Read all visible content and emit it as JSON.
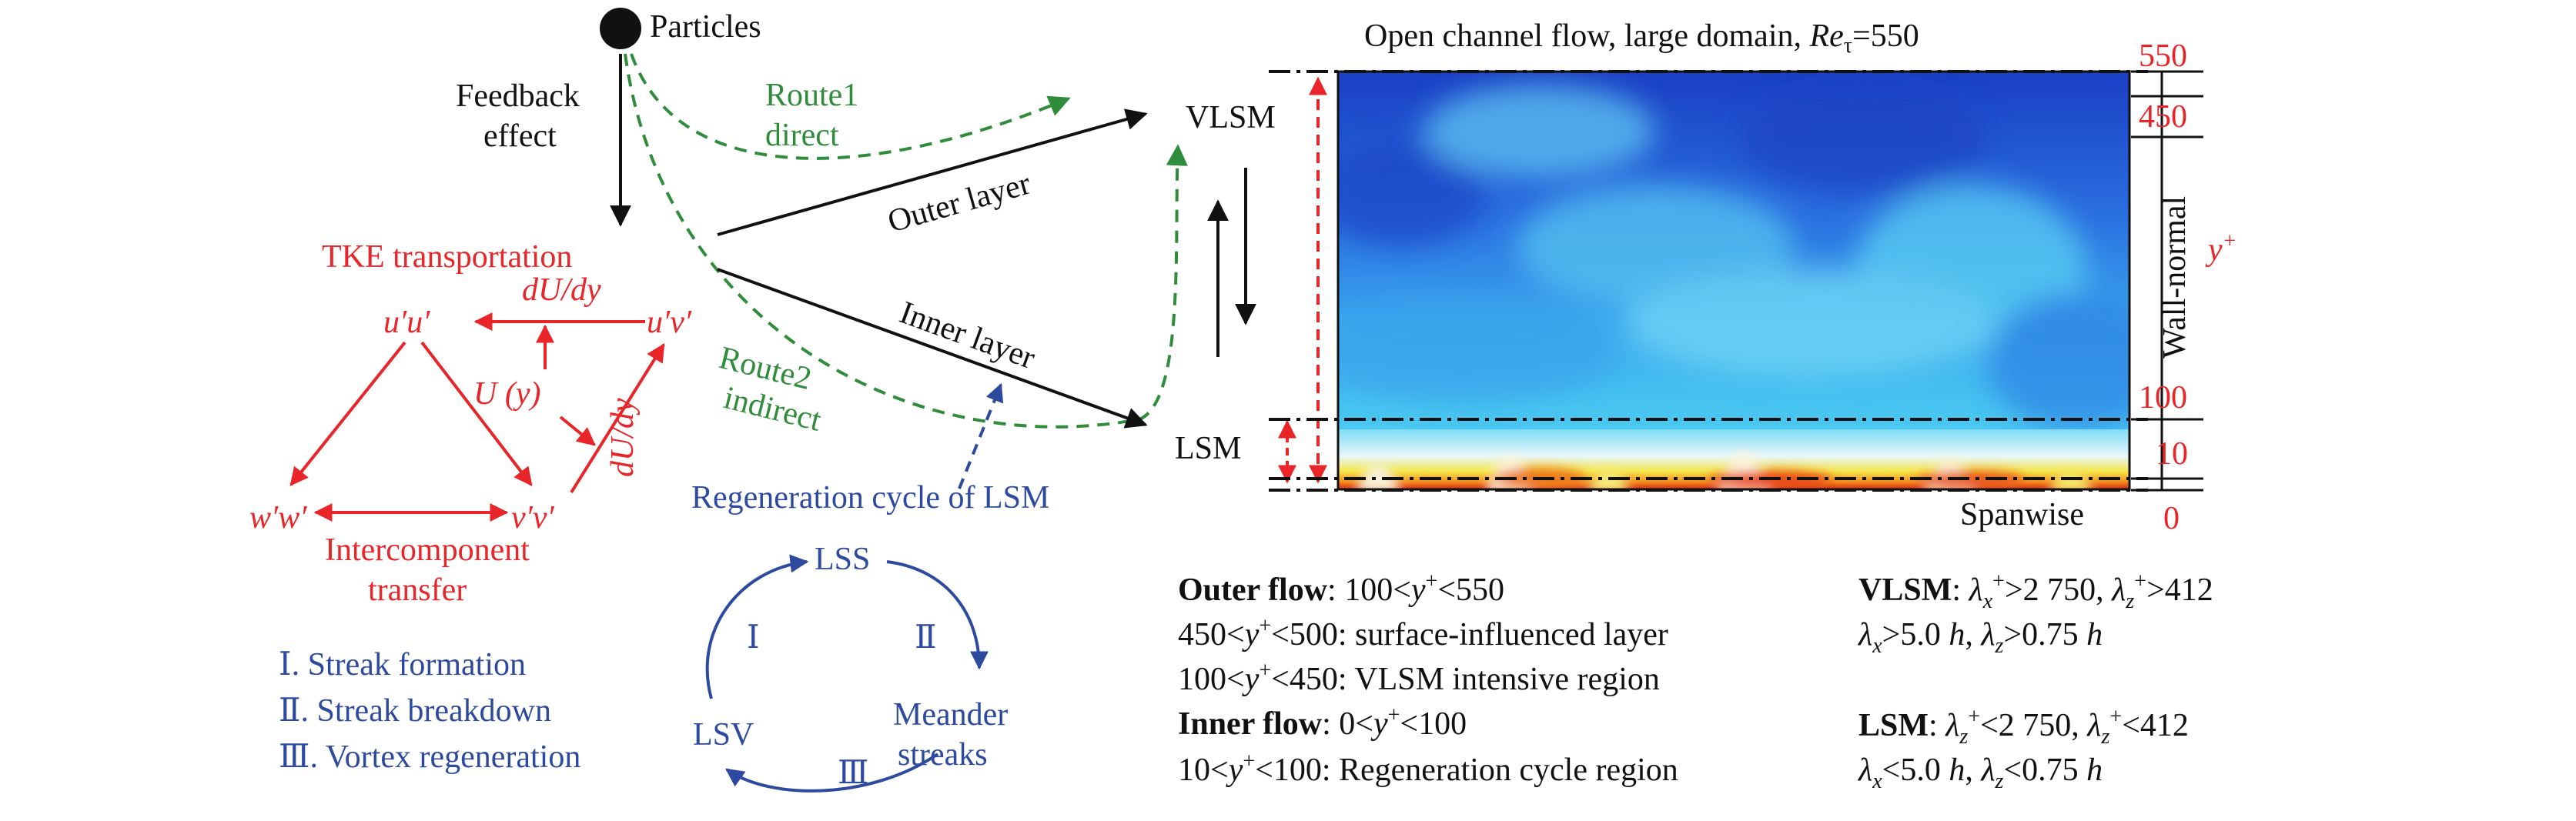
{
  "colors": {
    "red": "#e8262a",
    "green": "#2f8c3a",
    "blue": "#2d4aa0",
    "black": "#111111"
  },
  "left": {
    "particles": "Particles",
    "feedback_line1": "Feedback",
    "feedback_line2": "effect",
    "route1_line1": "Route1",
    "route1_line2": "direct",
    "route2_line1": "Route2",
    "route2_line2": "indirect",
    "outer_layer": "Outer layer",
    "inner_layer": "Inner layer",
    "regeneration_label": "Regeneration cycle of LSM"
  },
  "tke": {
    "title": "TKE transportation",
    "uu": "u′u′",
    "uv": "u′v′",
    "vv": "v′v′",
    "ww": "w′w′",
    "dudy_top": "dU/dy",
    "dudy_diag": "dU/dy",
    "uy": "U (y)",
    "intercomponent_line1": "Intercomponent",
    "intercomponent_line2": "transfer"
  },
  "legend": {
    "streak_formation": "Ⅰ. Streak formation",
    "streak_breakdown": "Ⅱ. Streak breakdown",
    "vortex_regeneration": "Ⅲ. Vortex regeneration"
  },
  "cycle": {
    "lss": "LSS",
    "lsv": "LSV",
    "meander_line1": "Meander",
    "meander_line2": "streaks",
    "roman1": "Ⅰ",
    "roman2": "Ⅱ",
    "roman3": "Ⅲ"
  },
  "panel": {
    "title_prefix": "Open channel flow, large domain, ",
    "title_re": "Re",
    "title_sub": "τ",
    "title_suffix": "=550",
    "vlsm": "VLSM",
    "lsm": "LSM",
    "wall_normal": "Wall-normal",
    "yplus": "y+",
    "spanwise": "Spanwise",
    "ticks": [
      "550",
      "450",
      "100",
      "10",
      "0"
    ]
  },
  "notes_left": {
    "outer_flow_bold": "Outer flow",
    "outer_flow_rest": ": 100<y+<550",
    "line2": "450<y+<500: surface-influenced layer",
    "line3": "100<y+<450: VLSM intensive region",
    "inner_flow_bold": "Inner flow",
    "inner_flow_rest": ": 0<y+<100",
    "line5": "10<y+<100: Regeneration cycle region"
  },
  "notes_right": {
    "vlsm_bold": "VLSM",
    "vlsm_line1": ": λx+>2 750, λz+>412",
    "vlsm_line2": "λx>5.0 h, λz>0.75 h",
    "lsm_bold": "LSM",
    "lsm_line1": ": λz+<2 750, λz+<412",
    "lsm_line2": "λx<5.0 h, λz<0.75 h"
  }
}
